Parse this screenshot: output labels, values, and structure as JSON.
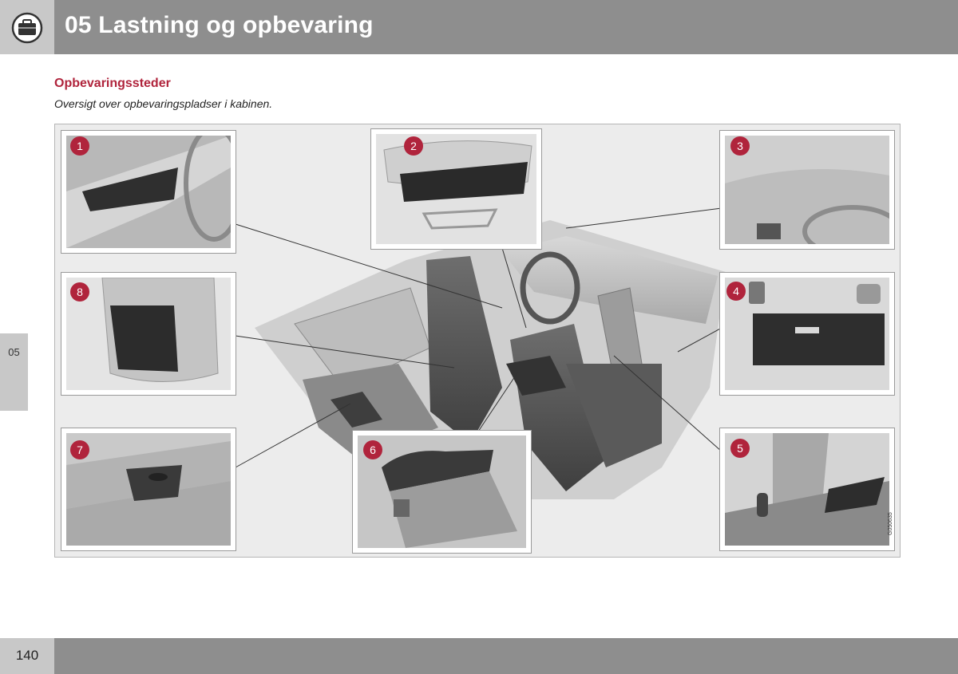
{
  "header": {
    "chapter_title": "05 Lastning og opbevaring",
    "chapter_icon": "suitcase-icon"
  },
  "side_tab": {
    "label": "05"
  },
  "section": {
    "title": "Opbevaringssteder",
    "subtitle": "Oversigt over opbevaringspladser i kabinen."
  },
  "figure": {
    "code": "G050635",
    "callouts": [
      {
        "number": "1",
        "subject": "door-pocket"
      },
      {
        "number": "2",
        "subject": "seat-drawer"
      },
      {
        "number": "3",
        "subject": "dashboard"
      },
      {
        "number": "4",
        "subject": "glovebox"
      },
      {
        "number": "5",
        "subject": "center-console-tray"
      },
      {
        "number": "6",
        "subject": "armrest-compartment"
      },
      {
        "number": "7",
        "subject": "rear-armrest-cupholder"
      },
      {
        "number": "8",
        "subject": "seatback-pocket"
      }
    ]
  },
  "footer": {
    "page_number": "140"
  },
  "colors": {
    "accent": "#b0243c",
    "band": "#8e8e8e",
    "band_light": "#c8c8c8"
  }
}
